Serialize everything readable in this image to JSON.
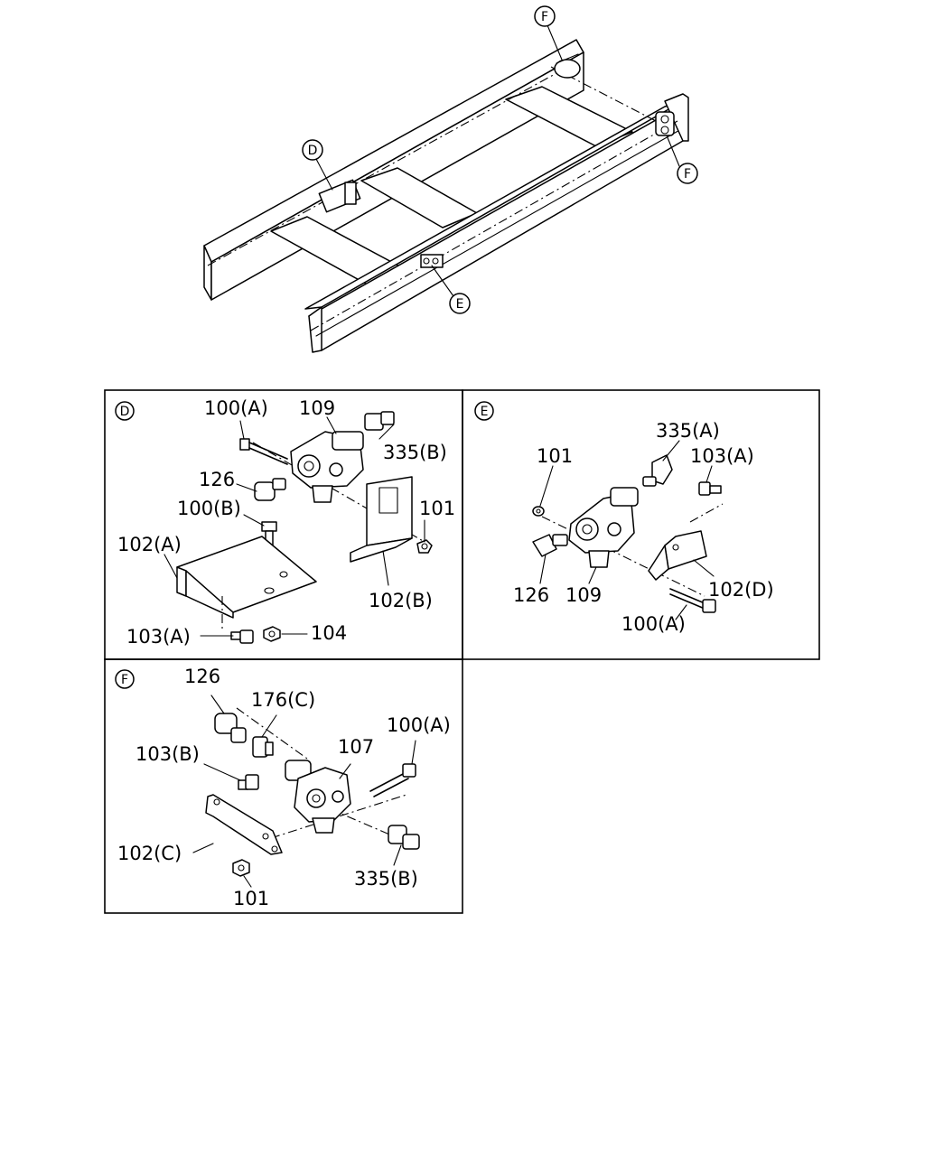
{
  "callouts": {
    "overview": {
      "f_top": "F",
      "f_right": "F",
      "d": "D",
      "e": "E"
    },
    "panels": {
      "d": "D",
      "e": "E",
      "f": "F"
    }
  },
  "labels": {
    "d": {
      "bolt_a": "100(A)",
      "valve": "109",
      "connector_b": "335(B)",
      "elbow": "126",
      "bolt_b": "100(B)",
      "nut": "101",
      "bracket_a": "102(A)",
      "bracket_b": "102(B)",
      "bolt_103a": "103(A)",
      "nut_104": "104"
    },
    "e": {
      "connector_a": "335(A)",
      "nut": "101",
      "bolt_103a": "103(A)",
      "elbow": "126",
      "valve": "109",
      "bracket_d": "102(D)",
      "bolt_a": "100(A)"
    },
    "f": {
      "elbow": "126",
      "adapter": "176(C)",
      "valve": "107",
      "bolt_a": "100(A)",
      "bolt_103b": "103(B)",
      "bracket_c": "102(C)",
      "connector_b": "335(B)",
      "nut": "101"
    }
  }
}
